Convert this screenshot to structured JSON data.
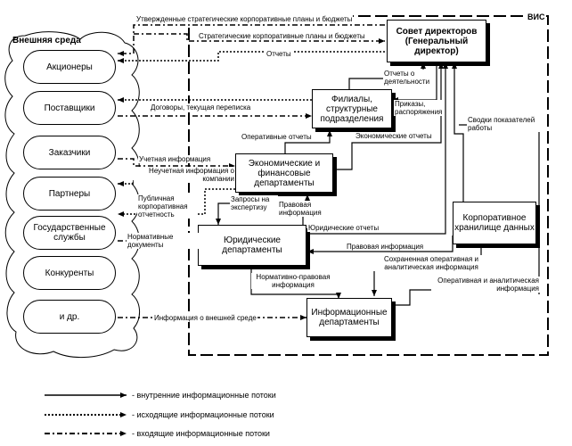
{
  "system_label": "ВИС",
  "environment": {
    "title": "Внешняя среда",
    "items": [
      "Акционеры",
      "Поставщики",
      "Заказчики",
      "Партнеры",
      "Государственные службы",
      "Конкуренты",
      "и др."
    ]
  },
  "boxes": {
    "board": "Совет директоров (Генеральный директор)",
    "branches": "Филиалы, структурные подразделения",
    "finance": "Экономические и финансовые департаменты",
    "legal": "Юридические департаменты",
    "storage": "Корпоративное хранилище данных",
    "info": "Информационные департаменты"
  },
  "flows": {
    "approved_plans": "Утвержденные стратегические корпоративные планы и бюджеты",
    "strategic_plans": "Стратегические корпоративные планы и бюджеты",
    "reports": "Отчеты",
    "activity_reports": "Отчеты о деятельности",
    "orders": "Приказы, распоряжения",
    "kpi_summary": "Сводки показателей работы",
    "contracts": "Договоры, текущая переписка",
    "operational_reports": "Оперативные отчеты",
    "economic_reports": "Экономические отчеты",
    "accounting_info": "Учетная информация",
    "nonaccounting_info": "Неучетная информация о компании",
    "public_reports": "Публичная корпоративная отчетность",
    "expertise_requests": "Запросы на экспертизу",
    "legal_info": "Правовая информация",
    "legal_reports": "Юридические отчеты",
    "regulatory_docs": "Нормативные документы",
    "legal_info2": "Правовая информация",
    "saved_info": "Сохраненная оперативная и аналитическая информация",
    "operational_info": "Оперативная и аналитическая информация",
    "normative_legal_info": "Нормативно-правовая информация",
    "external_info": "Информация о внешней среде"
  },
  "legend": [
    {
      "style": "solid",
      "label": "- внутренние информационные потоки"
    },
    {
      "style": "dotted",
      "label": "- исходящие информационные потоки"
    },
    {
      "style": "dashdot",
      "label": "- входящие информационные потоки"
    }
  ]
}
